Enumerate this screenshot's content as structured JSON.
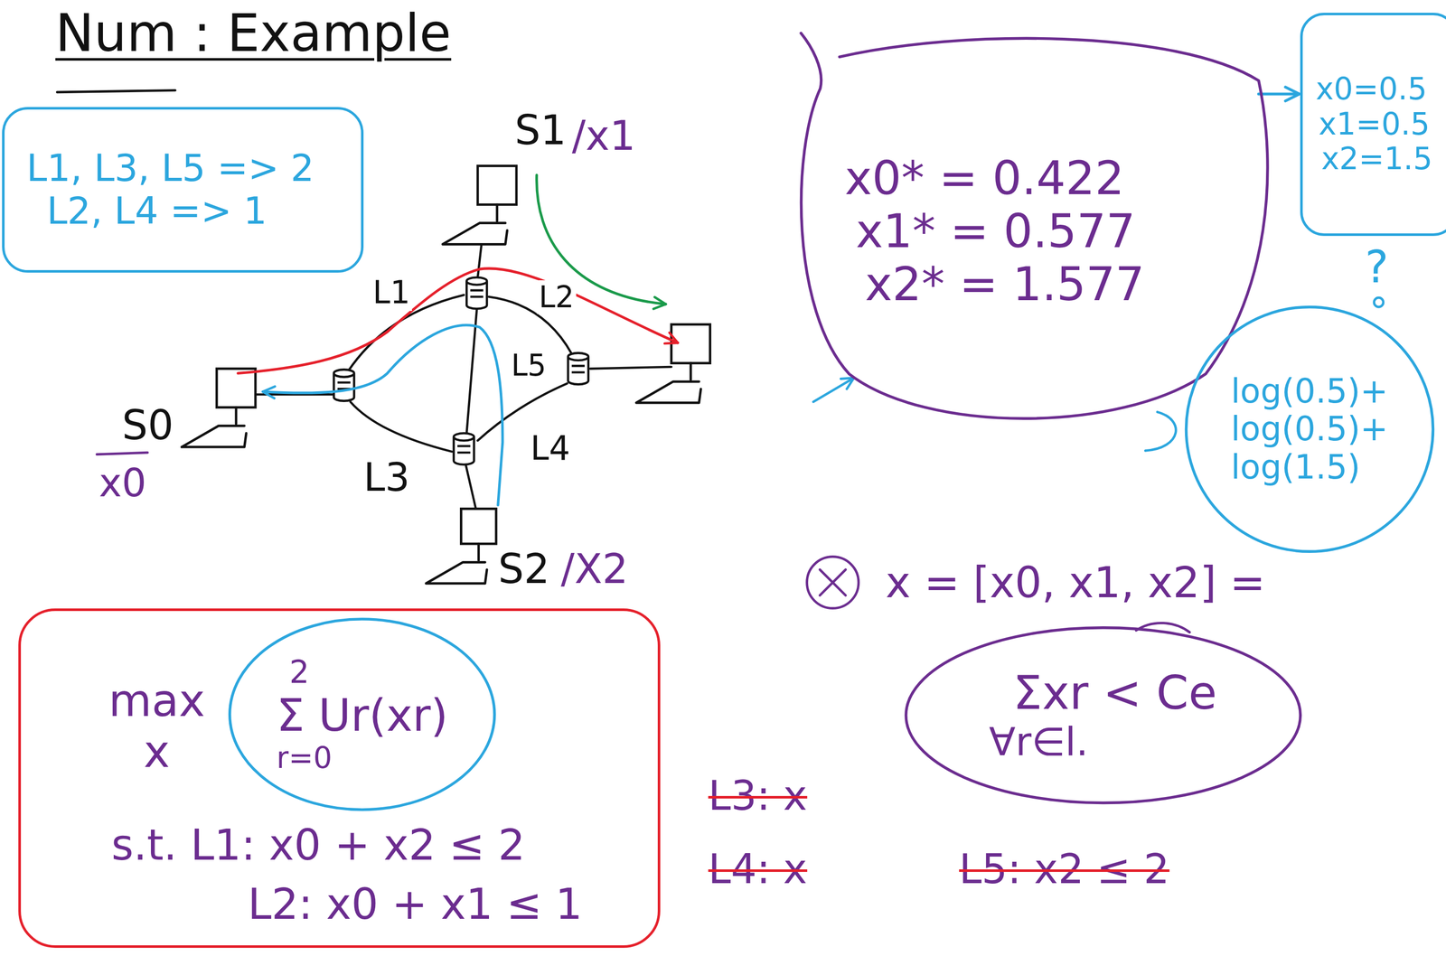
{
  "diagram": {
    "title": "Num : Example",
    "nodes": [
      {
        "text": [
          "L1, L3, L5 => 2",
          "L2, L4 => 1"
        ]
      },
      {
        "text": [
          "x0* = 0.422",
          "x1* = 0.577",
          "x2* = 1.577"
        ]
      },
      {
        "text": [
          "x0=0.5",
          "x1=0.5",
          "x2=1.5"
        ]
      },
      {
        "text": [
          "log(0.5)+ log(0.5)+ log(1.5)"
        ]
      },
      {
        "text": [
          "max x",
          "s.t. L1: x0 + x2 ≤ 2",
          "L2: x0 + x1 ≤ 1"
        ]
      },
      {
        "text": [
          "2",
          "Σ Ur(xr)",
          "r=0"
        ],
        "in": 4
      },
      {
        "text": [
          "Σxr < Ce",
          "∀r∈l."
        ]
      }
    ],
    "edges": [
      {
        "from": 1,
        "to": 2,
        "arrow": "to"
      }
    ],
    "labels": [
      "S1",
      "/x1",
      "S0",
      "x0",
      "S2",
      "/X2",
      "L1",
      "L2",
      "L5",
      "L3",
      "L4",
      "?",
      "x = [x0, x1, x2] =",
      "L3: x",
      "L4: x",
      "L5: x2 ≤ 2"
    ]
  }
}
